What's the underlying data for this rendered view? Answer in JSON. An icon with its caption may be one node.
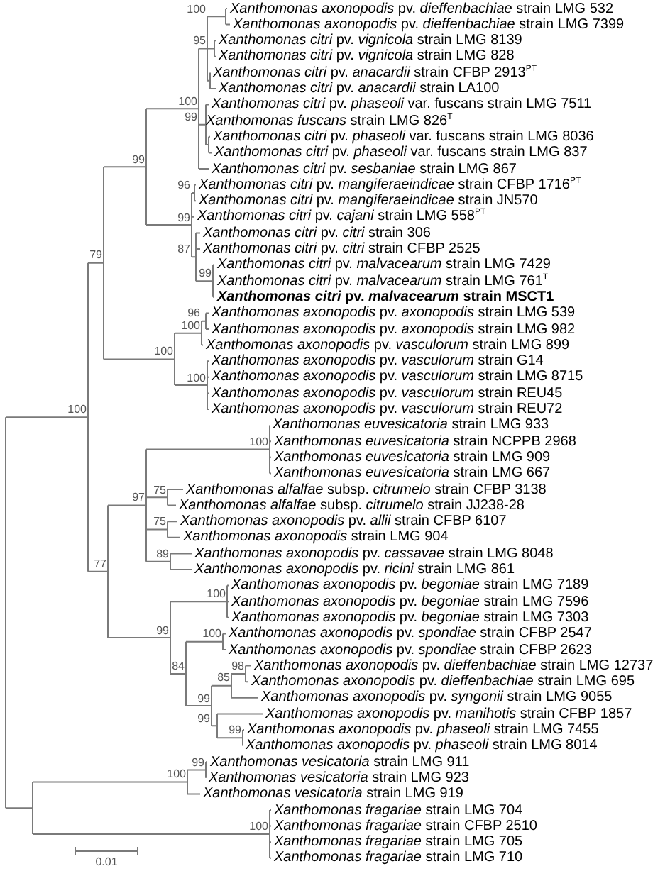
{
  "diagram": {
    "labels": [
      "*Xanthomonas axonopodis* pv. *dieffenbachiae* strain LMG 532",
      "100",
      "*Xanthomonas axonopodis* pv. *dieffenbachiae* strain LMG 7399",
      "*Xanthomonas citri* pv. *vignicola* strain LMG 8139",
      "95",
      "*Xanthomonas citri* pv. *vignicola* strain LMG 828",
      "*Xanthomonas citri* pv. *anacardii* strain CFBP 2913$^{PT}$",
      "*Xanthomonas citri* pv. *anacardii* strain LA100",
      "100",
      "*Xanthomonas citri* pv. *phaseoli* var. fuscans strain LMG 7511",
      "99",
      "*Xanthomonas fuscans* strain LMG 826$^{T}$",
      "*Xanthomonas citri* pv. *phaseoli* var. fuscans strain LMG 8036",
      "*Xanthomonas citri* pv. *phaseoli* var. fuscans strain LMG 837",
      "99",
      "*Xanthomonas citri* pv. *sesbaniae* strain LMG 867",
      "*Xanthomonas citri* pv. *mangiferaeindicae* strain CFBP 1716$^{PT}$",
      "96",
      "*Xanthomonas citri* pv. *mangiferaeindicae* strain JN570",
      "*Xanthomonas citri* pv. *cajani* strain LMG 558$^{PT}$",
      "99",
      "*Xanthomonas citri* pv. *citri* strain 306",
      "*Xanthomonas citri* pv. *citri* strain CFBP 2525",
      "87",
      "79",
      "*Xanthomonas citri* pv. *malvacearum* strain LMG 7429",
      "99",
      "*Xanthomonas citri* pv. *malvacearum* strain LMG 761$^{T}$",
      "*Xanthomonas citri* pv. *malvacearum* strain MSCT1",
      "*Xanthomonas axonopodis* pv. *axonopodis* strain LMG 539",
      "96",
      "100",
      "*Xanthomonas axonopodis* pv. *axonopodis* strain LMG 982",
      "*Xanthomonas axonopodis* pv. *vasculorum* strain LMG 899",
      "100",
      "*Xanthomonas axonopodis* pv. *vasculorum* strain G14",
      "*Xanthomonas axonopodis* pv. *vasculorum* strain LMG 8715",
      "100",
      "*Xanthomonas axonopodis* pv. *vasculorum* strain REU45",
      "*Xanthomonas axonopodis* pv. *vasculorum* strain REU72",
      "100",
      "*Xanthomonas euvesicatoria* strain LMG 933",
      "*Xanthomonas euvesicatoria* strain NCPPB 2968",
      "100",
      "*Xanthomonas euvesicatoria* strain LMG 909",
      "*Xanthomonas euvesicatoria* strain LMG 667",
      "*Xanthomonas alfalfae* subsp. *citrumelo* strain CFBP 3138",
      "75",
      "97",
      "*Xanthomonas alfalfae* subsp. *citrumelo* strain JJ238-28",
      "*Xanthomonas axonopodis* pv. *allii* strain CFBP 6107",
      "75",
      "*Xanthomonas axonopodis* strain LMG 904",
      "*Xanthomonas axonopodis* pv. *cassavae* strain LMG 8048",
      "89",
      "77",
      "*Xanthomonas axonopodis* pv. *ricini* strain LMG 861",
      "*Xanthomonas axonopodis* pv. *begoniae* strain LMG 7189",
      "100",
      "*Xanthomonas axonopodis* pv. *begoniae* strain LMG 7596",
      "*Xanthomonas axonopodis* pv. *begoniae* strain LMG 7303",
      "99",
      "*Xanthomonas axonopodis* pv. *spondiae* strain CFBP 2547",
      "100",
      "*Xanthomonas axonopodis* pv. *spondiae* strain CFBP 2623",
      "*Xanthomonas axonopodis* pv. *dieffenbachiae* strain LMG 12737",
      "84",
      "98",
      "85",
      "*Xanthomonas axonopodis* pv. *dieffenbachiae* strain LMG 695",
      "*Xanthomonas axonopodis* pv. *syngonii* strain LMG 9055",
      "99",
      "*Xanthomonas axonopodis* pv. *manihotis* strain CFBP 1857",
      "99",
      "*Xanthomonas axonopodis* pv. *phaseoli* strain LMG 7455",
      "99",
      "*Xanthomonas axonopodis* pv. *phaseoli* strain LMG 8014",
      "*Xanthomonas vesicatoria* strain LMG 911",
      "99",
      "100",
      "*Xanthomonas vesicatoria* strain LMG 923",
      "*Xanthomonas vesicatoria* strain LMG 919",
      "*Xanthomonas fragariae* strain LMG 704",
      "*Xanthomonas fragariae* strain CFBP 2510",
      "100",
      "*Xanthomonas fragariae* strain LMG 705",
      "*Xanthomonas fragariae* strain LMG 710",
      "0.01"
    ]
  }
}
